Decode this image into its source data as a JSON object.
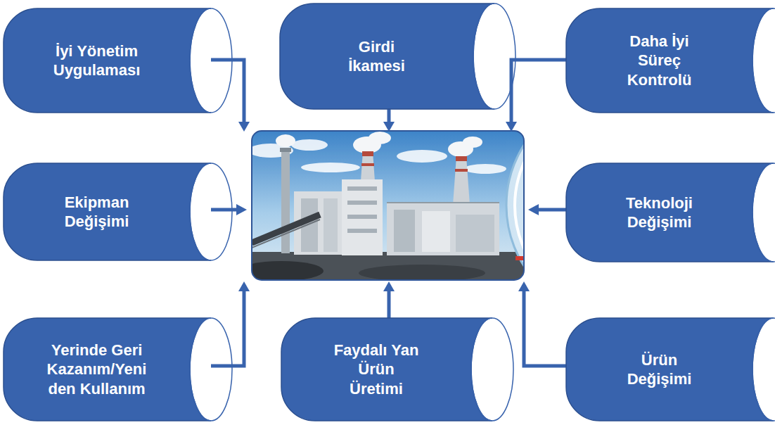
{
  "diagram": {
    "nodes": [
      {
        "text": [
          "İyi Yönetim Uygulaması"
        ]
      },
      {
        "text": [
          "Girdi İkamesi"
        ]
      },
      {
        "text": [
          "Daha İyi Süreç Kontrolü"
        ]
      },
      {
        "text": [
          "Ekipman Değişimi"
        ]
      },
      {
        "text": [
          "Teknoloji Değişimi"
        ]
      },
      {
        "text": [
          "Yerinde Geri Kazanım/Yeni den Kullanım"
        ]
      },
      {
        "text": [
          "Faydalı Yan Ürün Üretimi"
        ]
      },
      {
        "text": [
          "Ürün Değişimi"
        ]
      }
    ]
  }
}
